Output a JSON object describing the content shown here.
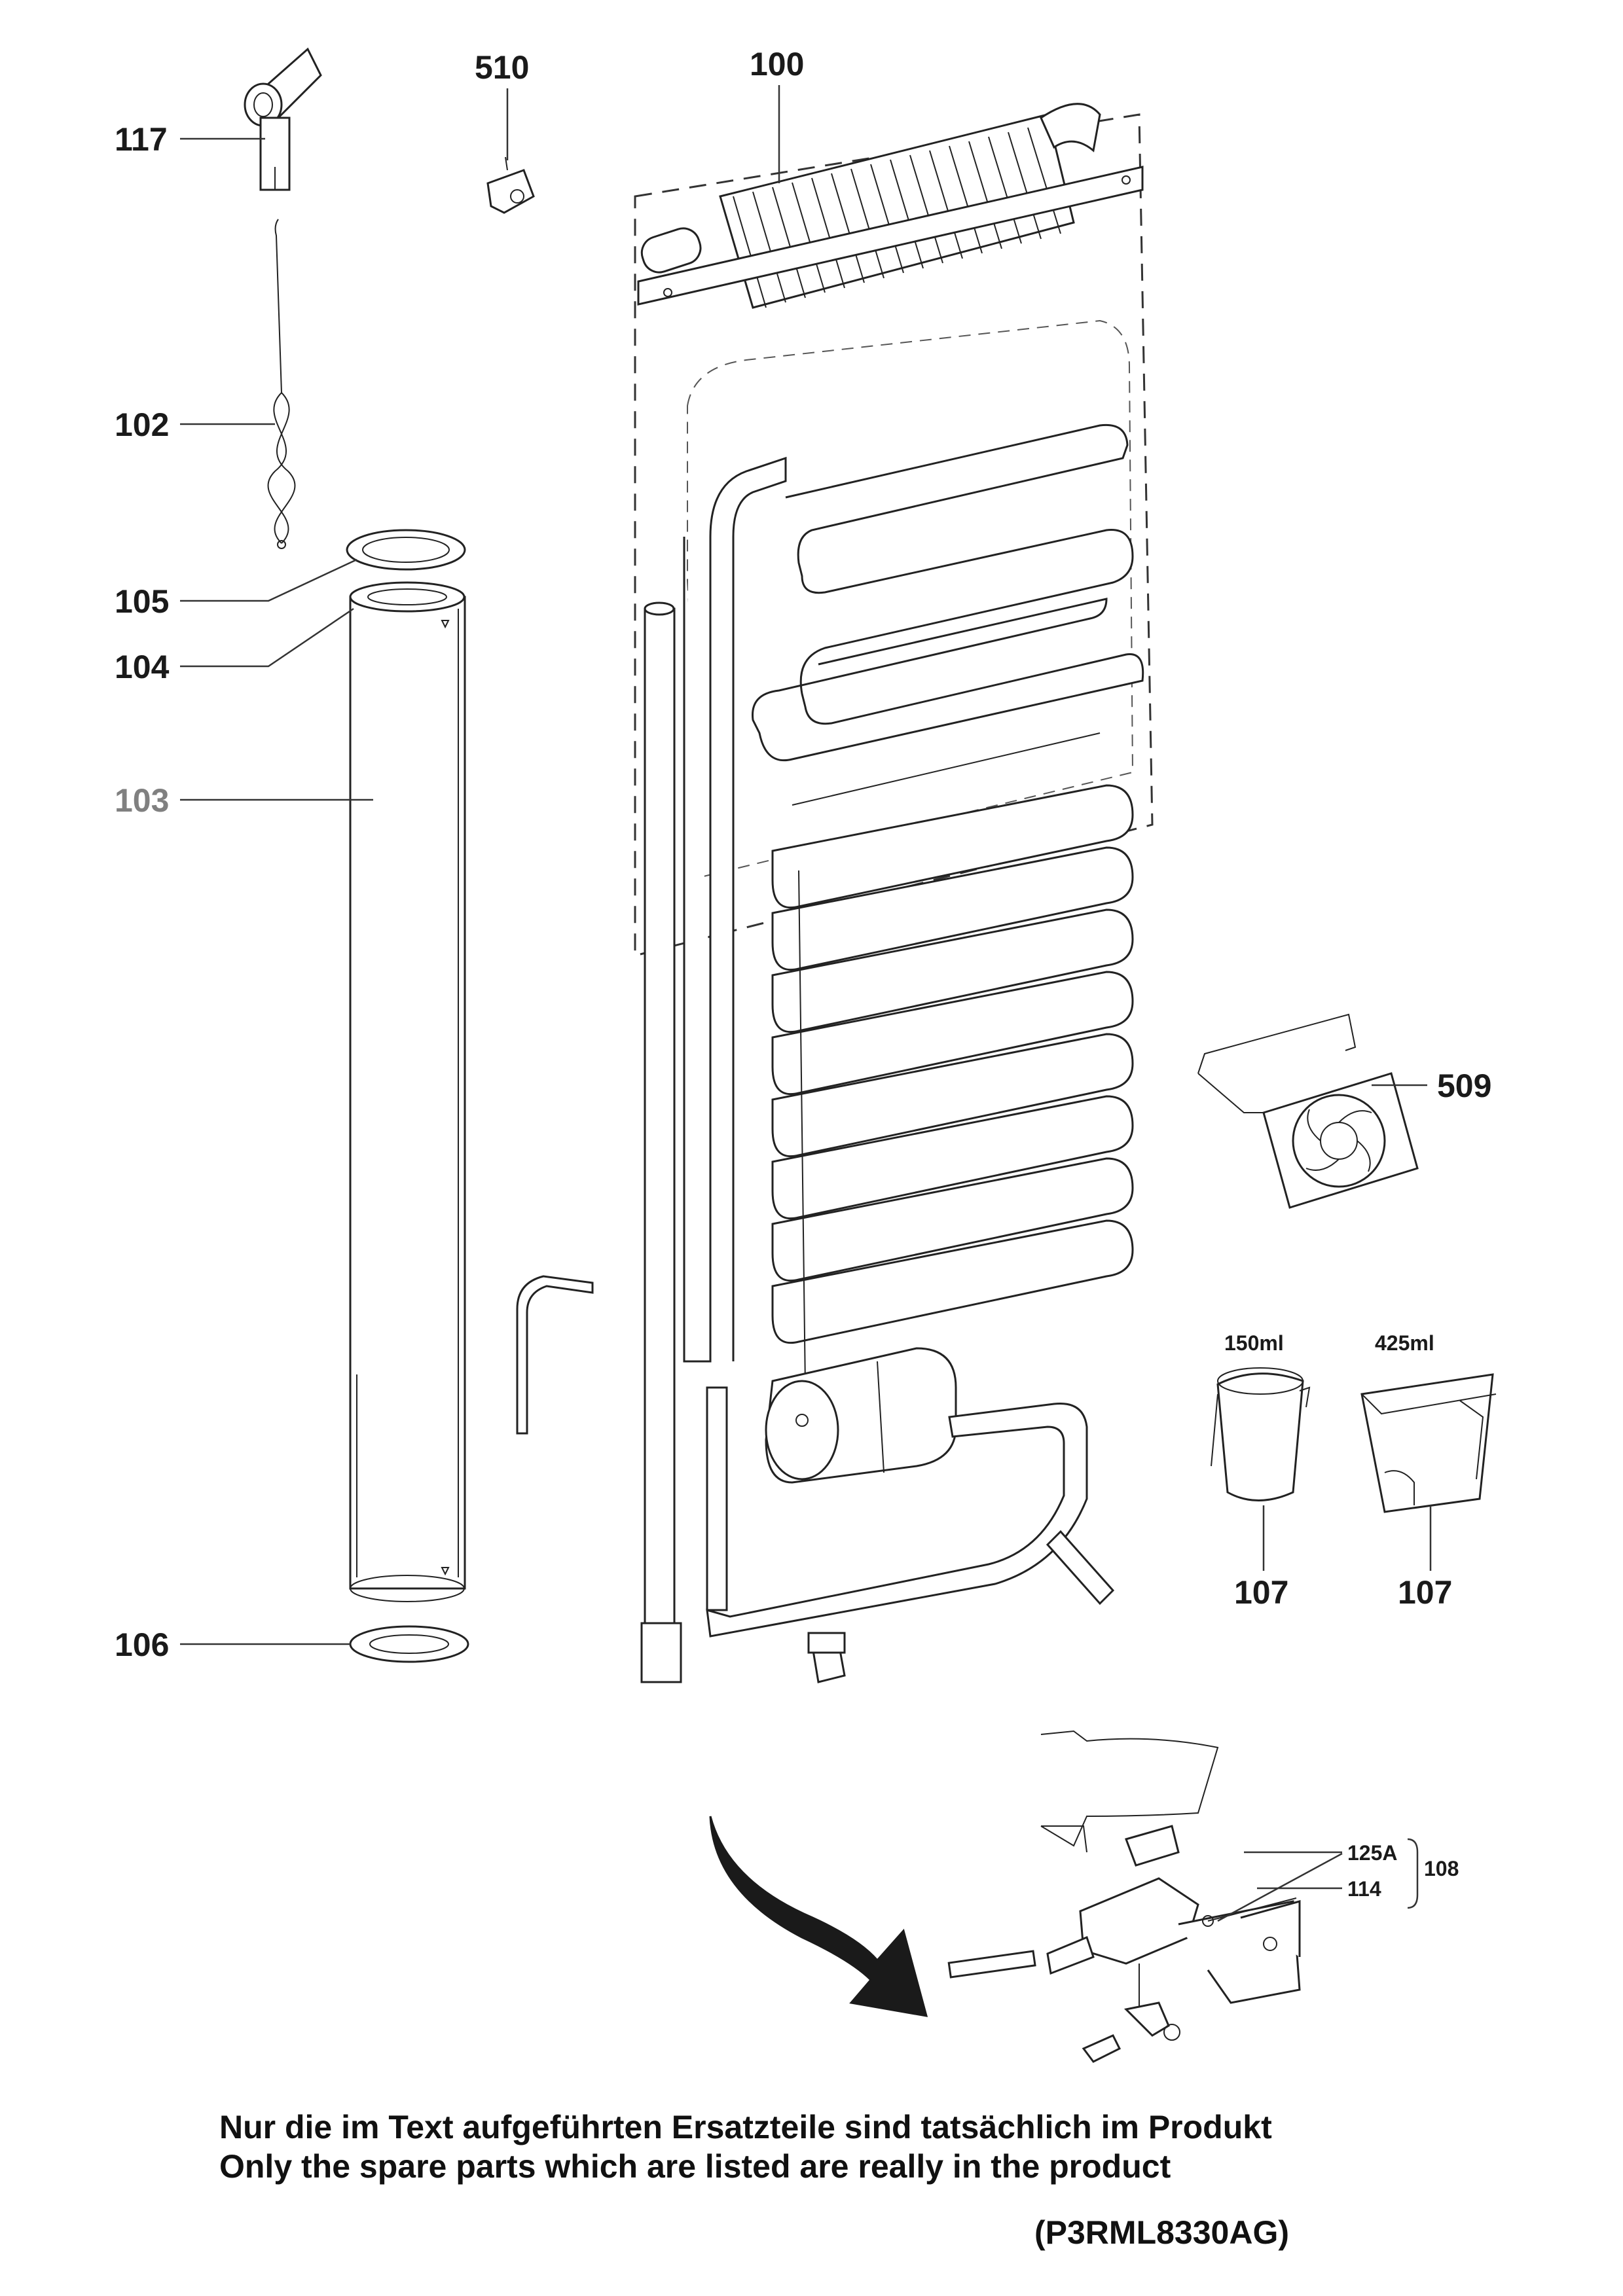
{
  "callouts": {
    "p117": "117",
    "p510": "510",
    "p100": "100",
    "p102": "102",
    "p105": "105",
    "p104": "104",
    "p103": "103",
    "p106": "106",
    "p509": "509",
    "p107a": "107",
    "p107b": "107",
    "p125a": "125A",
    "p114": "114",
    "p108": "108"
  },
  "capacities": {
    "small": "150ml",
    "large": "425ml"
  },
  "notes": {
    "german": "Nur die im Text aufgeführten Ersatzteile sind tatsächlich im Produkt",
    "english": "Only the spare parts which are listed are really in the product",
    "model_code": "(P3RML8330AG)"
  },
  "colors": {
    "ink": "#1a1a1a",
    "muted_label": "#808080"
  }
}
